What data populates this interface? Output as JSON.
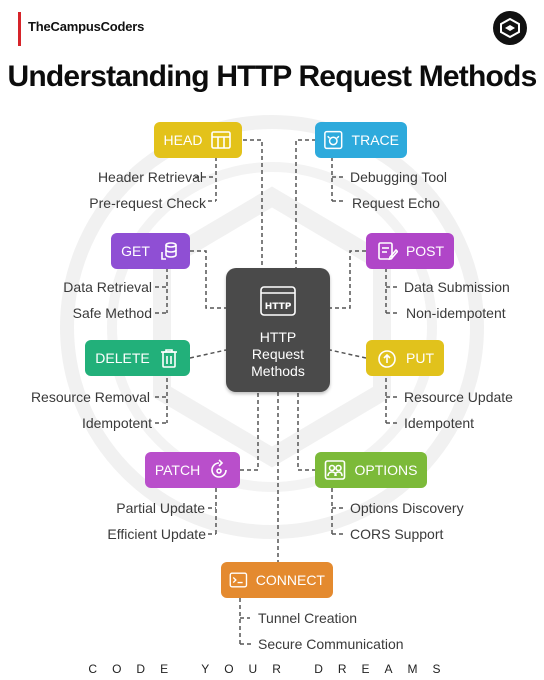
{
  "brand": "TheCampusCoders",
  "title": "Understanding HTTP Request Methods",
  "center": {
    "badge": "HTTP",
    "text": "HTTP\nRequest\nMethods"
  },
  "methods": {
    "head": {
      "label": "HEAD",
      "color": "#e3c21a",
      "items": [
        "Header Retrieval",
        "Pre-request Check"
      ]
    },
    "trace": {
      "label": "TRACE",
      "color": "#2eaadc",
      "items": [
        "Debugging Tool",
        "Request Echo"
      ]
    },
    "get": {
      "label": "GET",
      "color": "#8f4fd4",
      "items": [
        "Data Retrieval",
        "Safe Method"
      ]
    },
    "post": {
      "label": "POST",
      "color": "#b046c8",
      "items": [
        "Data Submission",
        "Non-idempotent"
      ]
    },
    "delete": {
      "label": "DELETE",
      "color": "#22b07a",
      "items": [
        "Resource Removal",
        "Idempotent"
      ]
    },
    "put": {
      "label": "PUT",
      "color": "#e1c21c",
      "items": [
        "Resource Update",
        "Idempotent"
      ]
    },
    "patch": {
      "label": "PATCH",
      "color": "#b94fcb",
      "items": [
        "Partial Update",
        "Efficient Update"
      ]
    },
    "options": {
      "label": "OPTIONS",
      "color": "#7cba39",
      "items": [
        "Options Discovery",
        "CORS Support"
      ]
    },
    "connect": {
      "label": "CONNECT",
      "color": "#e48a2f",
      "items": [
        "Tunnel Creation",
        "Secure Communication"
      ]
    }
  },
  "footer": "CODE YOUR DREAMS"
}
